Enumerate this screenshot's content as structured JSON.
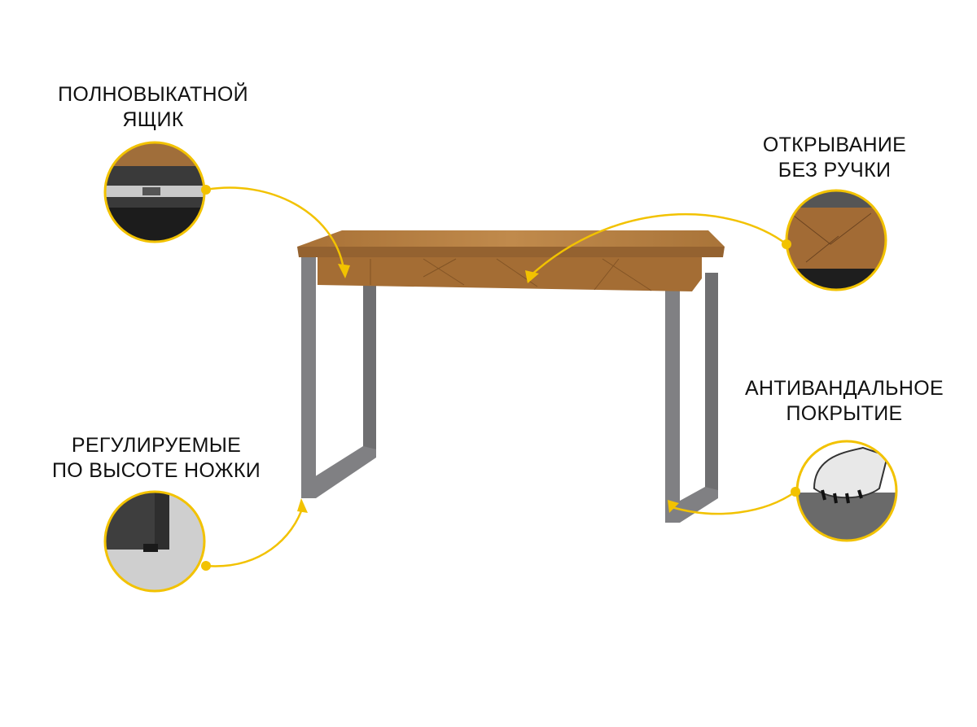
{
  "features": {
    "drawer": {
      "line1": "ПОЛНОВЫКАТНОЙ",
      "line2": "ЯЩИК"
    },
    "handleless": {
      "line1": "ОТКРЫВАНИЕ",
      "line2": "БЕЗ РУЧКИ"
    },
    "antivandal": {
      "line1": "АНТИВАНДАЛЬНОЕ",
      "line2": "ПОКРЫТИЕ"
    },
    "legs": {
      "line1": "РЕГУЛИРУЕМЫЕ",
      "line2": "ПО ВЫСОТЕ НОЖКИ"
    }
  },
  "colors": {
    "accent": "#f2c200",
    "wood": "#b07a3e",
    "metal": "#7d7d7f"
  }
}
